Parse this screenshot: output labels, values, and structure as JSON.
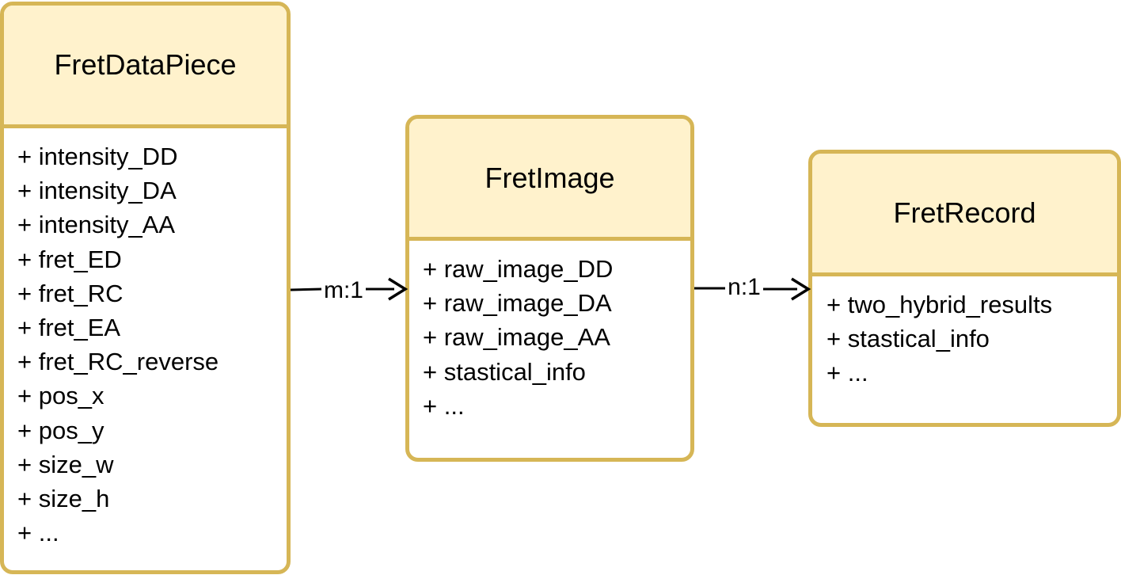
{
  "classes": [
    {
      "name": "FretDataPiece",
      "attributes": [
        "+ intensity_DD",
        "+ intensity_DA",
        "+ intensity_AA",
        "+ fret_ED",
        "+ fret_RC",
        "+ fret_EA",
        "+ fret_RC_reverse",
        "+ pos_x",
        "+ pos_y",
        "+ size_w",
        "+ size_h",
        "+ ..."
      ]
    },
    {
      "name": "FretImage",
      "attributes": [
        "+ raw_image_DD",
        "+ raw_image_DA",
        "+ raw_image_AA",
        "+ stastical_info",
        "+ ..."
      ]
    },
    {
      "name": "FretRecord",
      "attributes": [
        "+ two_hybrid_results",
        "+ stastical_info",
        "+ ..."
      ]
    }
  ],
  "relations": [
    {
      "from": "FretDataPiece",
      "to": "FretImage",
      "label": "m:1"
    },
    {
      "from": "FretImage",
      "to": "FretRecord",
      "label": "n:1"
    }
  ],
  "colors": {
    "header_fill": "#fff2cc",
    "border": "#d6b656",
    "body_fill": "#ffffff",
    "line": "#000000"
  }
}
